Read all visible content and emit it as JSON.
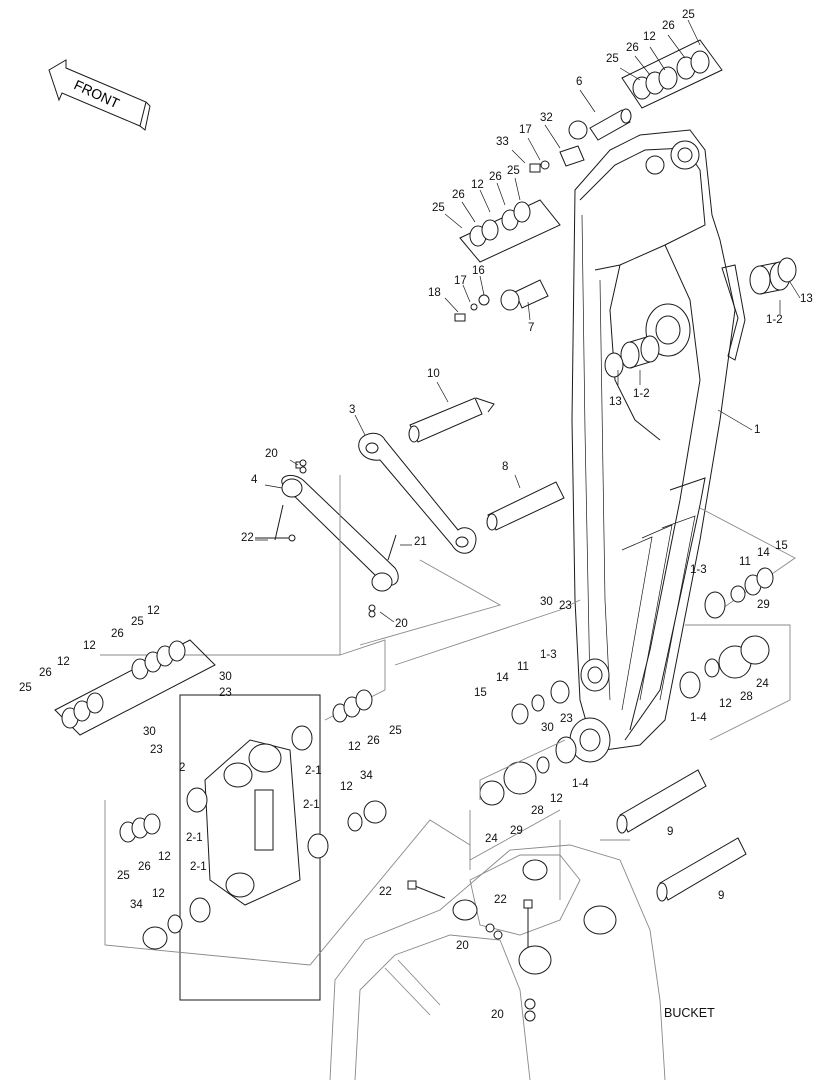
{
  "front_label": "FRONT",
  "bucket_label": "BUCKET",
  "callouts": [
    {
      "id": "c25a",
      "text": "25"
    },
    {
      "id": "c26a",
      "text": "26"
    },
    {
      "id": "c12a",
      "text": "12"
    },
    {
      "id": "c26b",
      "text": "26"
    },
    {
      "id": "c25b",
      "text": "25"
    },
    {
      "id": "c6",
      "text": "6"
    },
    {
      "id": "c32",
      "text": "32"
    },
    {
      "id": "c17a",
      "text": "17"
    },
    {
      "id": "c33",
      "text": "33"
    },
    {
      "id": "c25c",
      "text": "25"
    },
    {
      "id": "c26c",
      "text": "26"
    },
    {
      "id": "c12b",
      "text": "12"
    },
    {
      "id": "c26d",
      "text": "26"
    },
    {
      "id": "c25d",
      "text": "25"
    },
    {
      "id": "c16",
      "text": "16"
    },
    {
      "id": "c17b",
      "text": "17"
    },
    {
      "id": "c18",
      "text": "18"
    },
    {
      "id": "c7",
      "text": "7"
    },
    {
      "id": "c13a",
      "text": "13"
    },
    {
      "id": "c1-2a",
      "text": "1-2"
    },
    {
      "id": "c13b",
      "text": "13"
    },
    {
      "id": "c1-2b",
      "text": "1-2"
    },
    {
      "id": "c10",
      "text": "10"
    },
    {
      "id": "c3",
      "text": "3"
    },
    {
      "id": "c1",
      "text": "1"
    },
    {
      "id": "c20a",
      "text": "20"
    },
    {
      "id": "c4",
      "text": "4"
    },
    {
      "id": "c8",
      "text": "8"
    },
    {
      "id": "c22a",
      "text": "22"
    },
    {
      "id": "c21",
      "text": "21"
    },
    {
      "id": "c20b",
      "text": "20"
    },
    {
      "id": "c1-3a",
      "text": "1-3"
    },
    {
      "id": "c11a",
      "text": "11"
    },
    {
      "id": "c14a",
      "text": "14"
    },
    {
      "id": "c15a",
      "text": "15"
    },
    {
      "id": "c29a",
      "text": "29"
    },
    {
      "id": "c30a",
      "text": "30"
    },
    {
      "id": "c23a",
      "text": "23"
    },
    {
      "id": "c24a",
      "text": "24"
    },
    {
      "id": "c28a",
      "text": "28"
    },
    {
      "id": "c12c",
      "text": "12"
    },
    {
      "id": "c1-4a",
      "text": "1-4"
    },
    {
      "id": "c12d",
      "text": "12"
    },
    {
      "id": "c25e",
      "text": "25"
    },
    {
      "id": "c26e",
      "text": "26"
    },
    {
      "id": "c12e",
      "text": "12"
    },
    {
      "id": "c12f",
      "text": "12"
    },
    {
      "id": "c26f",
      "text": "26"
    },
    {
      "id": "c25f",
      "text": "25"
    },
    {
      "id": "c30b",
      "text": "30"
    },
    {
      "id": "c23b",
      "text": "23"
    },
    {
      "id": "c1-3b",
      "text": "1-3"
    },
    {
      "id": "c14b",
      "text": "14"
    },
    {
      "id": "c11b",
      "text": "11"
    },
    {
      "id": "c15b",
      "text": "15"
    },
    {
      "id": "c30c",
      "text": "30"
    },
    {
      "id": "c23c",
      "text": "23"
    },
    {
      "id": "c2",
      "text": "2"
    },
    {
      "id": "c2-1a",
      "text": "2-1"
    },
    {
      "id": "c12g",
      "text": "12"
    },
    {
      "id": "c26g",
      "text": "26"
    },
    {
      "id": "c25g",
      "text": "25"
    },
    {
      "id": "c30d",
      "text": "30"
    },
    {
      "id": "c23d",
      "text": "23"
    },
    {
      "id": "c1-4b",
      "text": "1-4"
    },
    {
      "id": "c12h",
      "text": "12"
    },
    {
      "id": "c28b",
      "text": "28"
    },
    {
      "id": "c29b",
      "text": "29"
    },
    {
      "id": "c24b",
      "text": "24"
    },
    {
      "id": "c12i",
      "text": "12"
    },
    {
      "id": "c34a",
      "text": "34"
    },
    {
      "id": "c2-1b",
      "text": "2-1"
    },
    {
      "id": "c2-1c",
      "text": "2-1"
    },
    {
      "id": "c25h",
      "text": "25"
    },
    {
      "id": "c26h",
      "text": "26"
    },
    {
      "id": "c12j",
      "text": "12"
    },
    {
      "id": "c2-1d",
      "text": "2-1"
    },
    {
      "id": "c9a",
      "text": "9"
    },
    {
      "id": "c9b",
      "text": "9"
    },
    {
      "id": "c22b",
      "text": "22"
    },
    {
      "id": "c22c",
      "text": "22"
    },
    {
      "id": "c34b",
      "text": "34"
    },
    {
      "id": "c12k",
      "text": "12"
    },
    {
      "id": "c20c",
      "text": "20"
    },
    {
      "id": "c20d",
      "text": "20"
    }
  ]
}
